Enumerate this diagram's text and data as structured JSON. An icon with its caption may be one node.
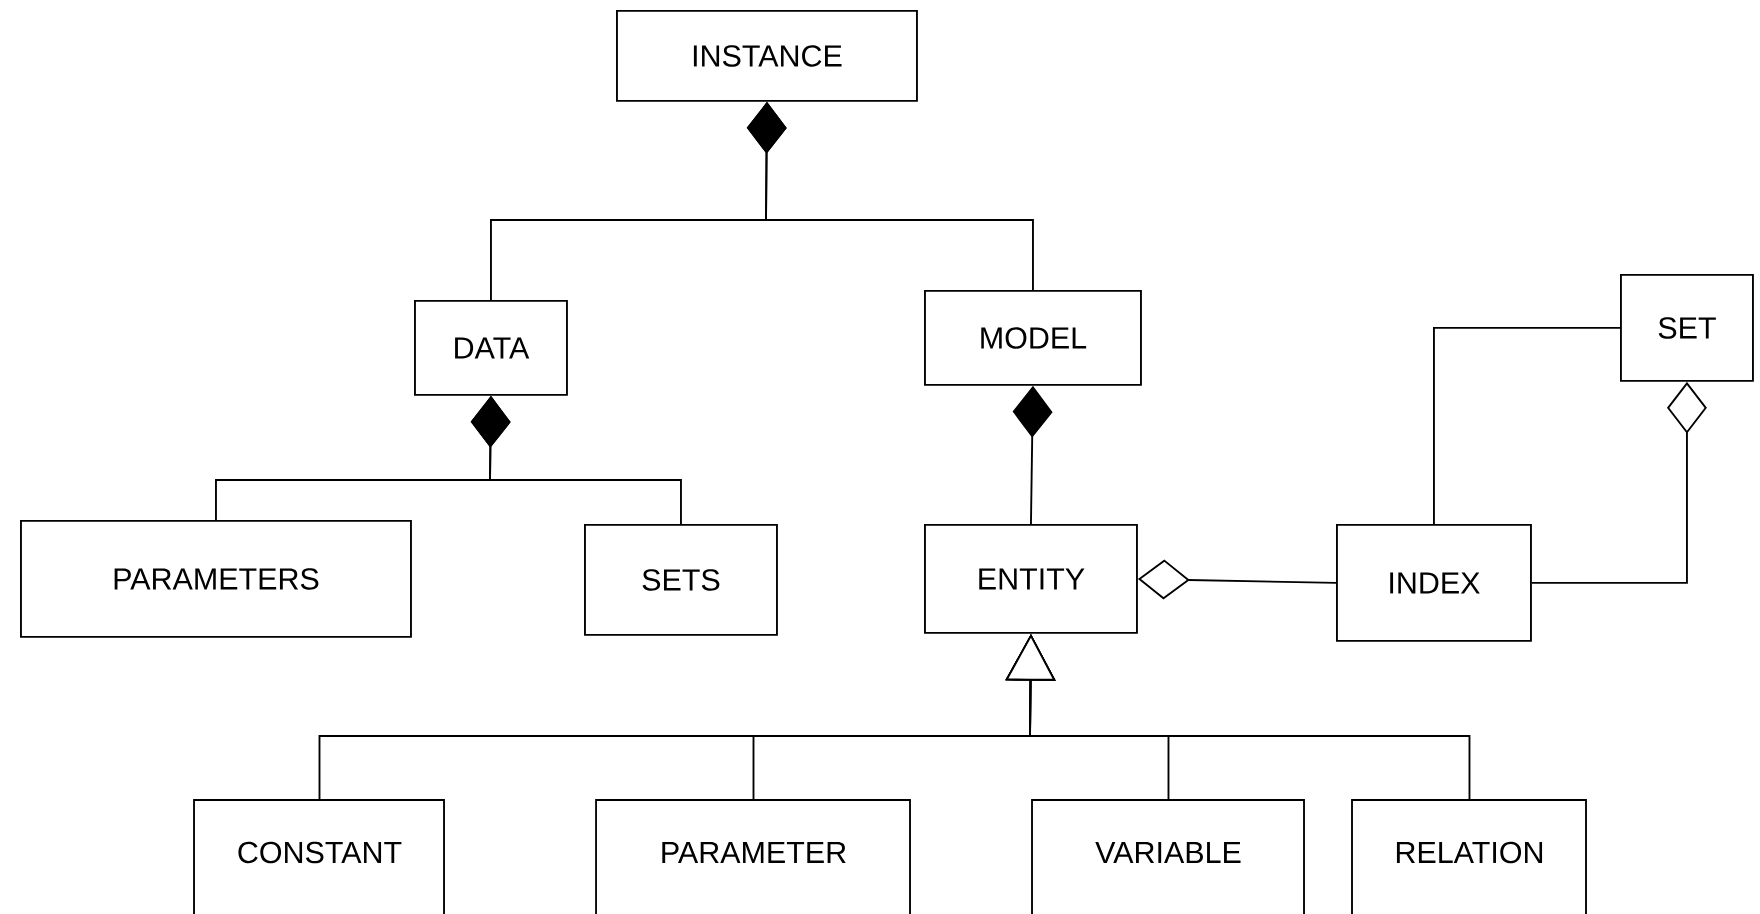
{
  "diagram": {
    "nodes": [
      {
        "text": [
          "INSTANCE"
        ]
      },
      {
        "text": [
          "DATA"
        ]
      },
      {
        "text": [
          "MODEL"
        ]
      },
      {
        "text": [
          "SET"
        ]
      },
      {
        "text": [
          "PARAMETERS"
        ]
      },
      {
        "text": [
          "SETS"
        ]
      },
      {
        "text": [
          "ENTITY"
        ]
      },
      {
        "text": [
          "INDEX"
        ]
      },
      {
        "text": [
          "CONSTANT"
        ]
      },
      {
        "text": [
          "PARAMETER"
        ]
      },
      {
        "text": [
          "VARIABLE"
        ]
      },
      {
        "text": [
          "RELATION"
        ]
      }
    ],
    "edges": [
      {
        "from": 1,
        "to": 0,
        "arrow": "other"
      },
      {
        "from": 2,
        "to": 0,
        "arrow": "other"
      },
      {
        "from": 4,
        "to": 1,
        "arrow": "other"
      },
      {
        "from": 5,
        "to": 1,
        "arrow": "other"
      },
      {
        "from": 6,
        "to": 2,
        "arrow": "other"
      },
      {
        "from": 7,
        "to": 6,
        "arrow": "other"
      },
      {
        "from": 7,
        "to": 3,
        "arrow": "none"
      },
      {
        "from": 7,
        "to": 3,
        "arrow": "other"
      },
      {
        "from": 8,
        "to": 6,
        "arrow": "to"
      },
      {
        "from": 9,
        "to": 6,
        "arrow": "to"
      },
      {
        "from": 10,
        "to": 6,
        "arrow": "to"
      },
      {
        "from": 11,
        "to": 6,
        "arrow": "to"
      }
    ]
  }
}
